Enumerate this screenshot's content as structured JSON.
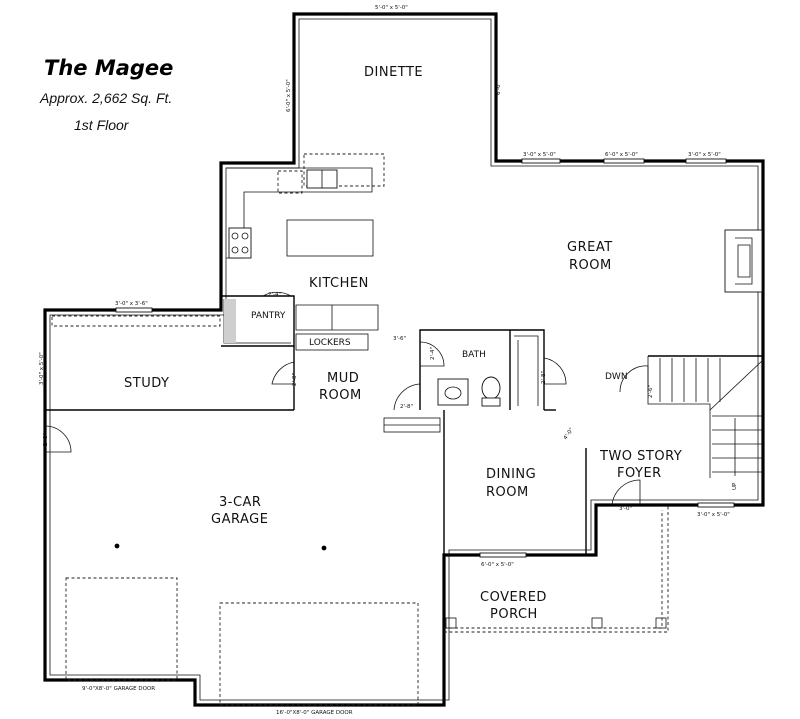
{
  "title_block": {
    "name": "The Magee",
    "area": "Approx. 2,662 Sq. Ft.",
    "floor": "1st Floor"
  },
  "rooms": {
    "dinette": "DINETTE",
    "great_room_1": "GREAT",
    "great_room_2": "ROOM",
    "kitchen": "KITCHEN",
    "pantry": "PANTRY",
    "lockers": "LOCKERS",
    "bath": "BATH",
    "study": "STUDY",
    "mud_room_1": "MUD",
    "mud_room_2": "ROOM",
    "garage_1": "3-CAR",
    "garage_2": "GARAGE",
    "dining_1": "DINING",
    "dining_2": "ROOM",
    "foyer_1": "TWO STORY",
    "foyer_2": "FOYER",
    "porch_1": "COVERED",
    "porch_2": "PORCH",
    "stairs_down": "DWN",
    "stairs_up": "UP"
  },
  "dimensions": {
    "dinette_top_window": "5'-0\" x 5'-0\"",
    "dinette_left_window": "6'-0\" x 5'-0\"",
    "dinette_right_door": "6'-0\"",
    "great_window_1": "3'-0\" x 5'-0\"",
    "great_window_2": "6'-0\" x 5'-0\"",
    "great_window_3": "3'-0\" x 5'-0\"",
    "pantry_door": "2'-4\"",
    "study_window": "3'-0\" x 3'-6\"",
    "study_side_window": "3'-0\" x 5'-0\"",
    "lockers_opening": "3'-6\"",
    "bath_door": "2'-4\"",
    "mud_door": "2'-8\"",
    "closet_door": "2'-8\"",
    "mud_garage_door": "2'-8\"",
    "garage_side_door": "2'-8\"",
    "dining_opening": "4'-0\"",
    "stair_door": "2'-6\"",
    "dining_window": "6'-0\" x 5'-0\"",
    "entry_door": "3'-0\"",
    "foyer_window": "3'-0\" x 5'-0\"",
    "garage_door_small": "9'-0\"X8'-0\" GARAGE DOOR",
    "garage_door_large": "16'-0\"X8'-0\" GARAGE DOOR"
  }
}
